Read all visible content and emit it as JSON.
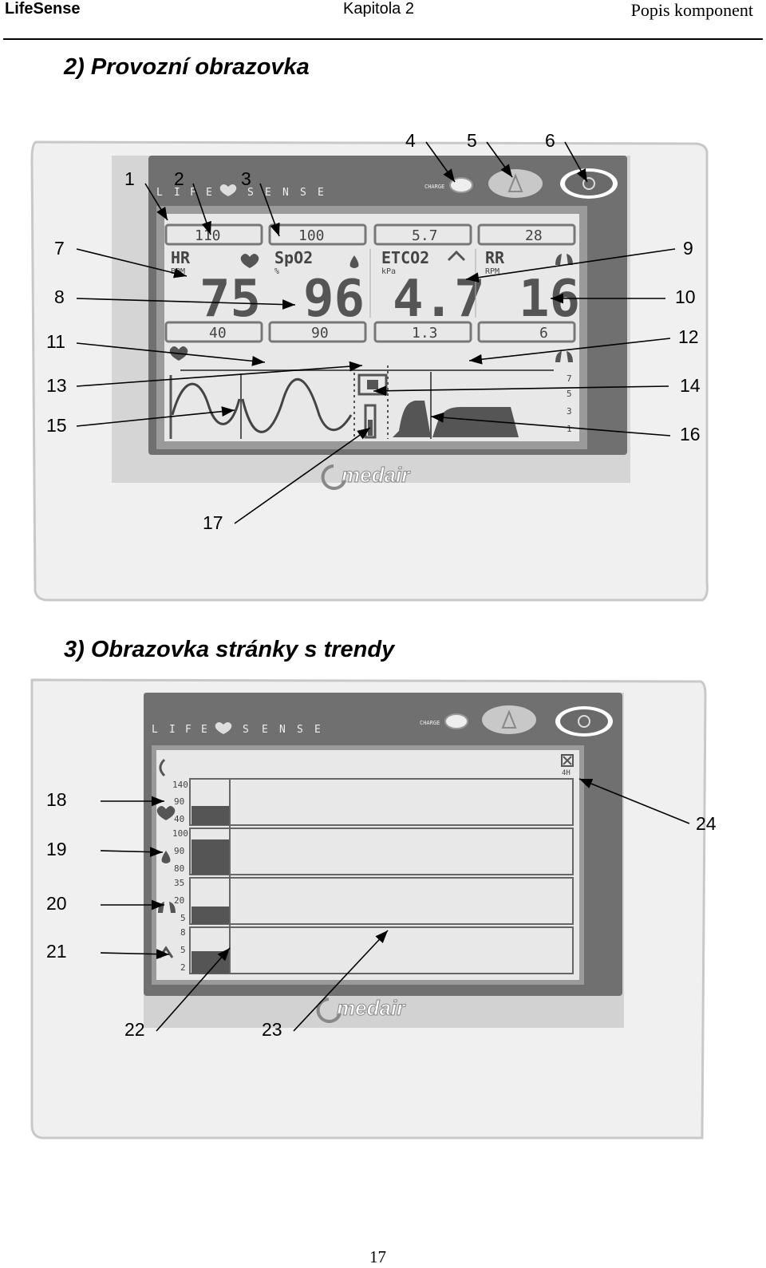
{
  "header": {
    "left": "LifeSense",
    "center": "Kapitola 2",
    "right": "Popis komponent"
  },
  "section2_title": "2) Provozní obrazovka",
  "section3_title": "3) Obrazovka stránky s trendy",
  "page_number": "17",
  "device": {
    "brand_letters": [
      "L",
      "I",
      "F",
      "E",
      "S",
      "E",
      "N",
      "S",
      "E"
    ],
    "charge_label": "CHARGE",
    "maker": "medair"
  },
  "monitor": {
    "upper_limits": [
      "110",
      "100",
      "5.7",
      "28"
    ],
    "lower_limits": [
      "40",
      "90",
      "1.3",
      "6"
    ],
    "params": [
      {
        "name": "HR",
        "unit": "BPM",
        "value": "75"
      },
      {
        "name": "SpO2",
        "unit": "%",
        "value": "96"
      },
      {
        "name": "ETCO2",
        "unit": "kPa",
        "value": "4.7"
      },
      {
        "name": "RR",
        "unit": "RPM",
        "value": "16"
      }
    ],
    "co2_scale": [
      "7",
      "5",
      "3",
      "1"
    ]
  },
  "trends": {
    "rows": [
      {
        "ticks": [
          "140",
          "90",
          "40"
        ]
      },
      {
        "ticks": [
          "100",
          "90",
          "80"
        ]
      },
      {
        "ticks": [
          "35",
          "20",
          "5"
        ]
      },
      {
        "ticks": [
          "8",
          "5",
          "2"
        ]
      }
    ],
    "zoom_label": "4H"
  },
  "callouts_top": [
    "1",
    "2",
    "3",
    "4",
    "5",
    "6",
    "7",
    "8",
    "9",
    "10",
    "11",
    "12",
    "13",
    "14",
    "15",
    "16",
    "17"
  ],
  "callouts_bottom": [
    "18",
    "19",
    "20",
    "21",
    "22",
    "23",
    "24"
  ]
}
